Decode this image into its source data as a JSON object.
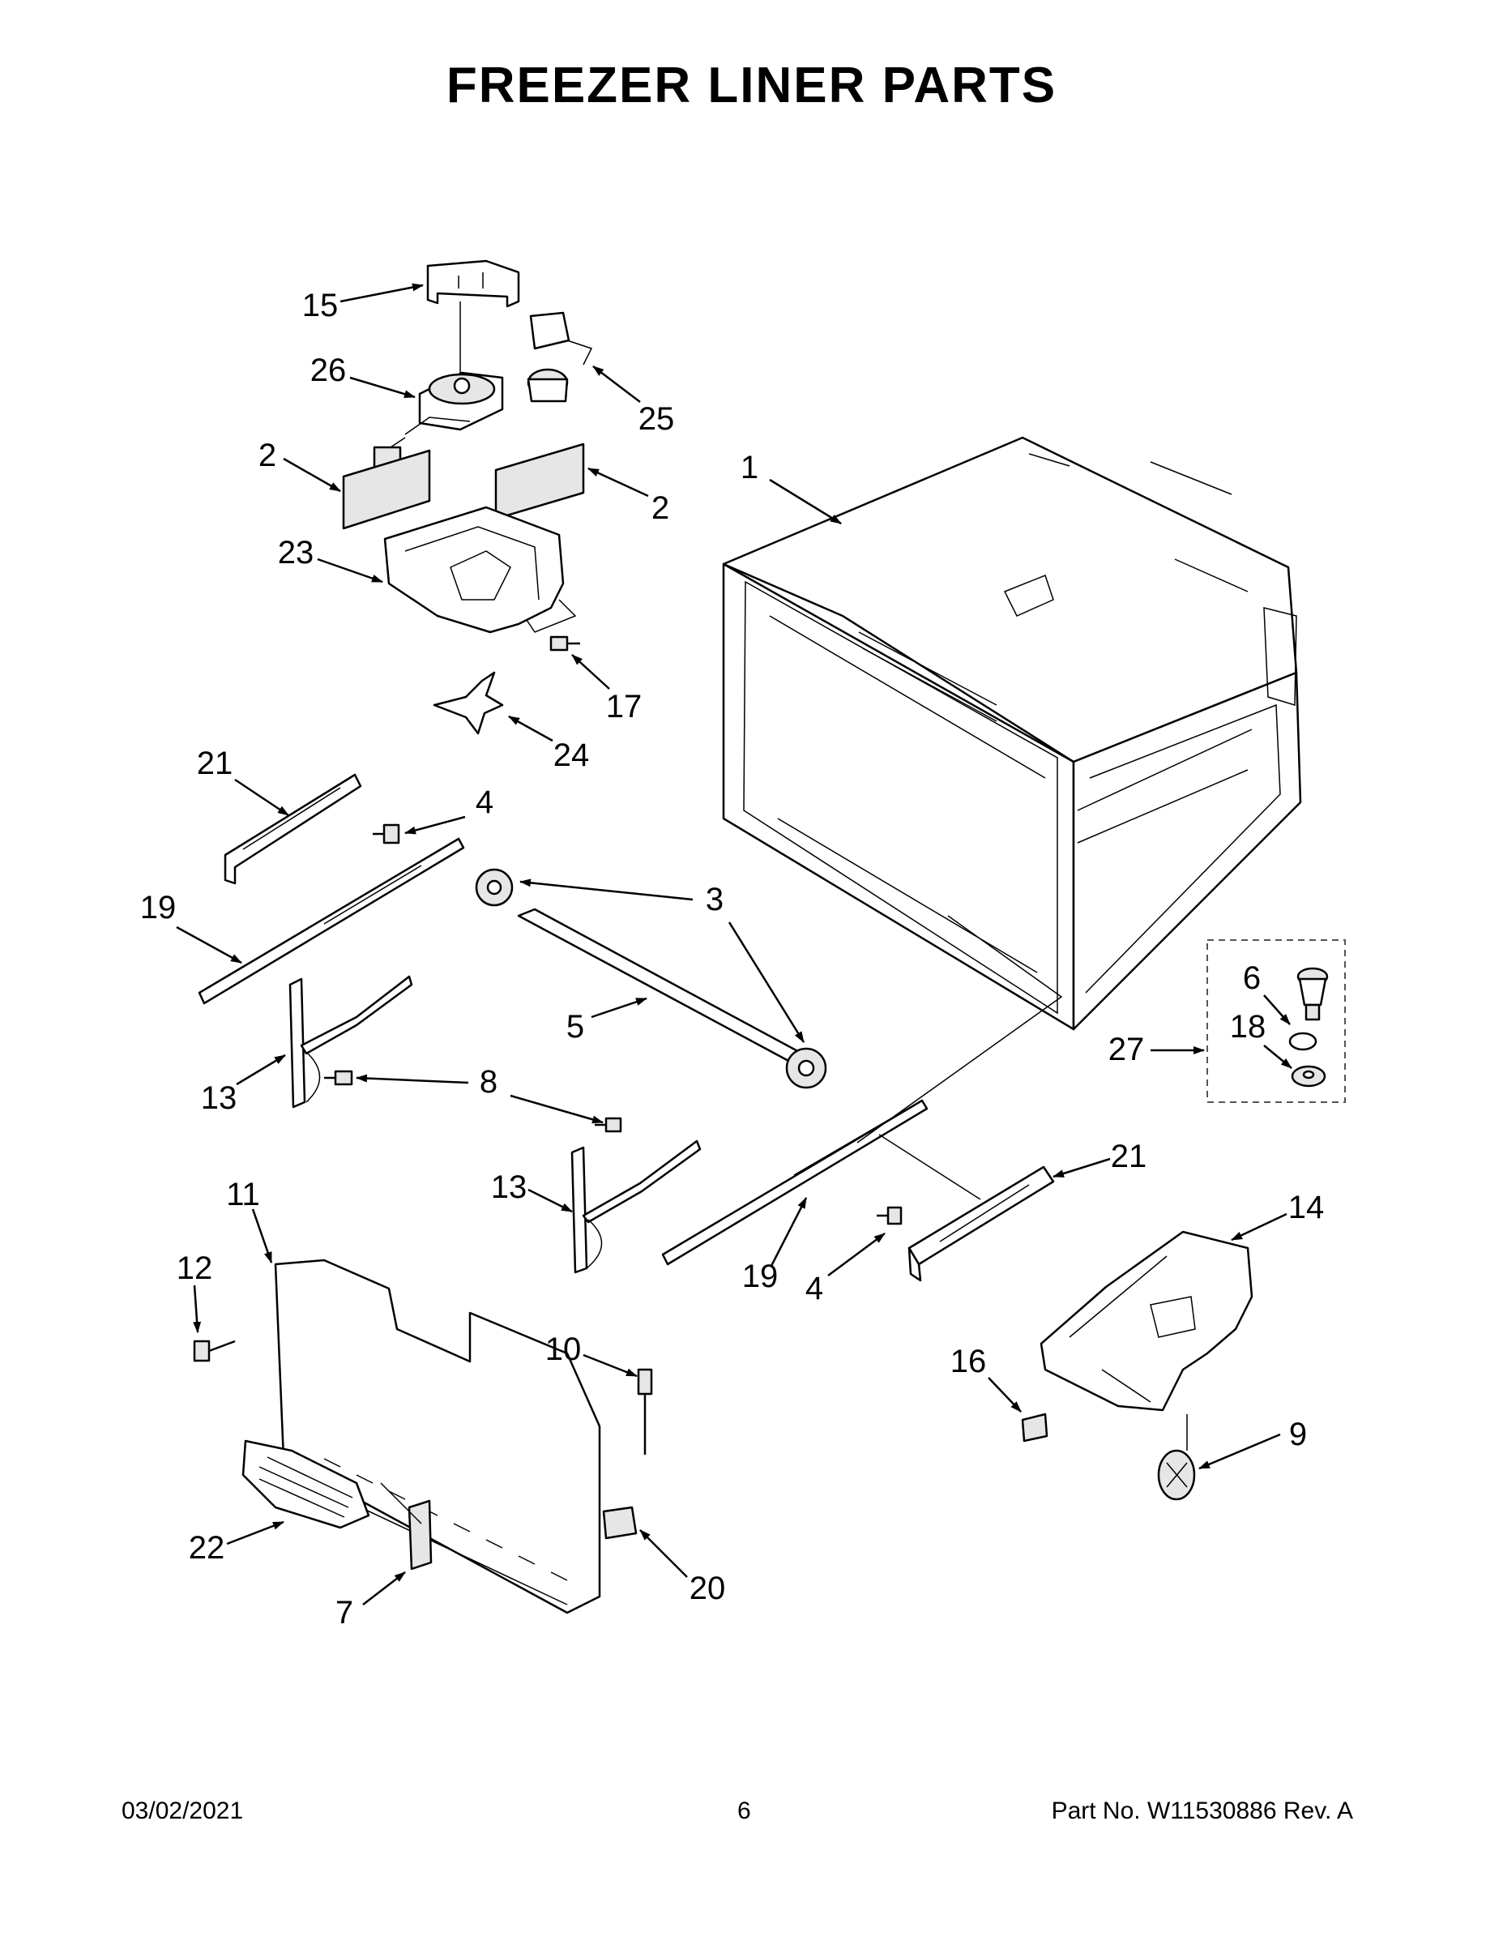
{
  "title": "FREEZER LINER PARTS",
  "callouts": {
    "c1": "1",
    "c2a": "2",
    "c2b": "2",
    "c3": "3",
    "c4a": "4",
    "c4b": "4",
    "c5": "5",
    "c6": "6",
    "c7": "7",
    "c8": "8",
    "c9": "9",
    "c10": "10",
    "c11": "11",
    "c12": "12",
    "c13a": "13",
    "c13b": "13",
    "c14": "14",
    "c15": "15",
    "c16": "16",
    "c17": "17",
    "c18": "18",
    "c19a": "19",
    "c19b": "19",
    "c20": "20",
    "c21a": "21",
    "c21b": "21",
    "c22": "22",
    "c23": "23",
    "c24": "24",
    "c25": "25",
    "c26": "26",
    "c27": "27"
  },
  "footer": {
    "date": "03/02/2021",
    "page": "6",
    "part_no": "Part No.  W11530886  Rev.  A"
  }
}
